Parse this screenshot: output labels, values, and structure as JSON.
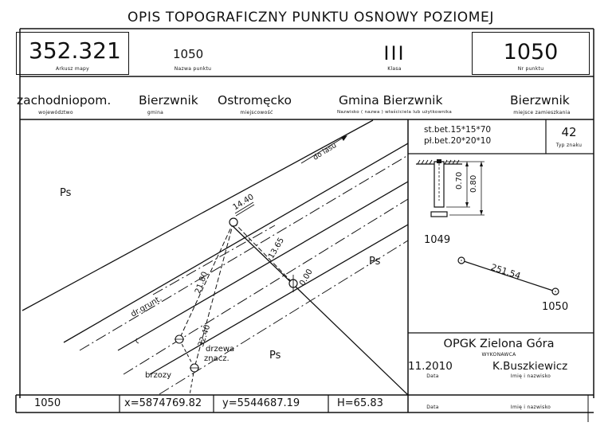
{
  "header": {
    "title": "OPIS TOPOGRAFICZNY PUNKTU OSNOWY POZIOMEJ",
    "sheet": {
      "value": "352.321",
      "caption": "Arkusz mapy"
    },
    "point_name": {
      "value": "1050",
      "caption": "Nazwa punktu"
    },
    "class": {
      "value": "III",
      "caption": "Klasa"
    },
    "point_no": {
      "value": "1050",
      "caption": "Nr punktu"
    }
  },
  "location": {
    "voivodeship": {
      "value": "zachodniopom.",
      "caption": "województwo"
    },
    "commune": {
      "value": "Bierzwnik",
      "caption": "gmina"
    },
    "locality": {
      "value": "Ostromęcko",
      "caption": "miejscowość"
    },
    "owner": {
      "value": "Gmina Bierzwnik",
      "caption": "Nazwisko ( nazwa ) właściciela lub użytkownika"
    },
    "residence": {
      "value": "Bierzwnik",
      "caption": "miejsce zamieszkania"
    }
  },
  "marker": {
    "spec_line1": "st.bet.15*15*70",
    "spec_line2": "pł.bet.20*20*10",
    "type_value": "42",
    "type_caption": "Typ znaku",
    "dim_1": "0.70",
    "dim_2": "0.80"
  },
  "connection": {
    "point_a": "1049",
    "point_b": "1050",
    "distance": "251.54"
  },
  "sketch": {
    "area_1": "Ps",
    "area_2": "Ps",
    "area_3": "Ps",
    "road_label": "do lasu",
    "path_label": "dr.grunt.",
    "dist_1440": "14.40",
    "dist_1365": "13.65",
    "dist_000": "0.00",
    "dist_2180": "21.80",
    "dist_3240": "32.40",
    "trees_label_1": "drzewa",
    "trees_label_2": "znacz.",
    "birches_label": "brzozy"
  },
  "contractor": {
    "company": "OPGK Zielona Góra",
    "caption": "WYKONAWCA",
    "date": "11.2010",
    "date_caption": "Data",
    "name": "K.Buszkiewicz",
    "name_caption": "Imię i nazwisko"
  },
  "footer": {
    "point": "1050",
    "x": "x=5874769.82",
    "y": "y=5544687.19",
    "h": "H=65.83",
    "date_caption": "Data",
    "name_caption": "Imię i nazwisko"
  }
}
